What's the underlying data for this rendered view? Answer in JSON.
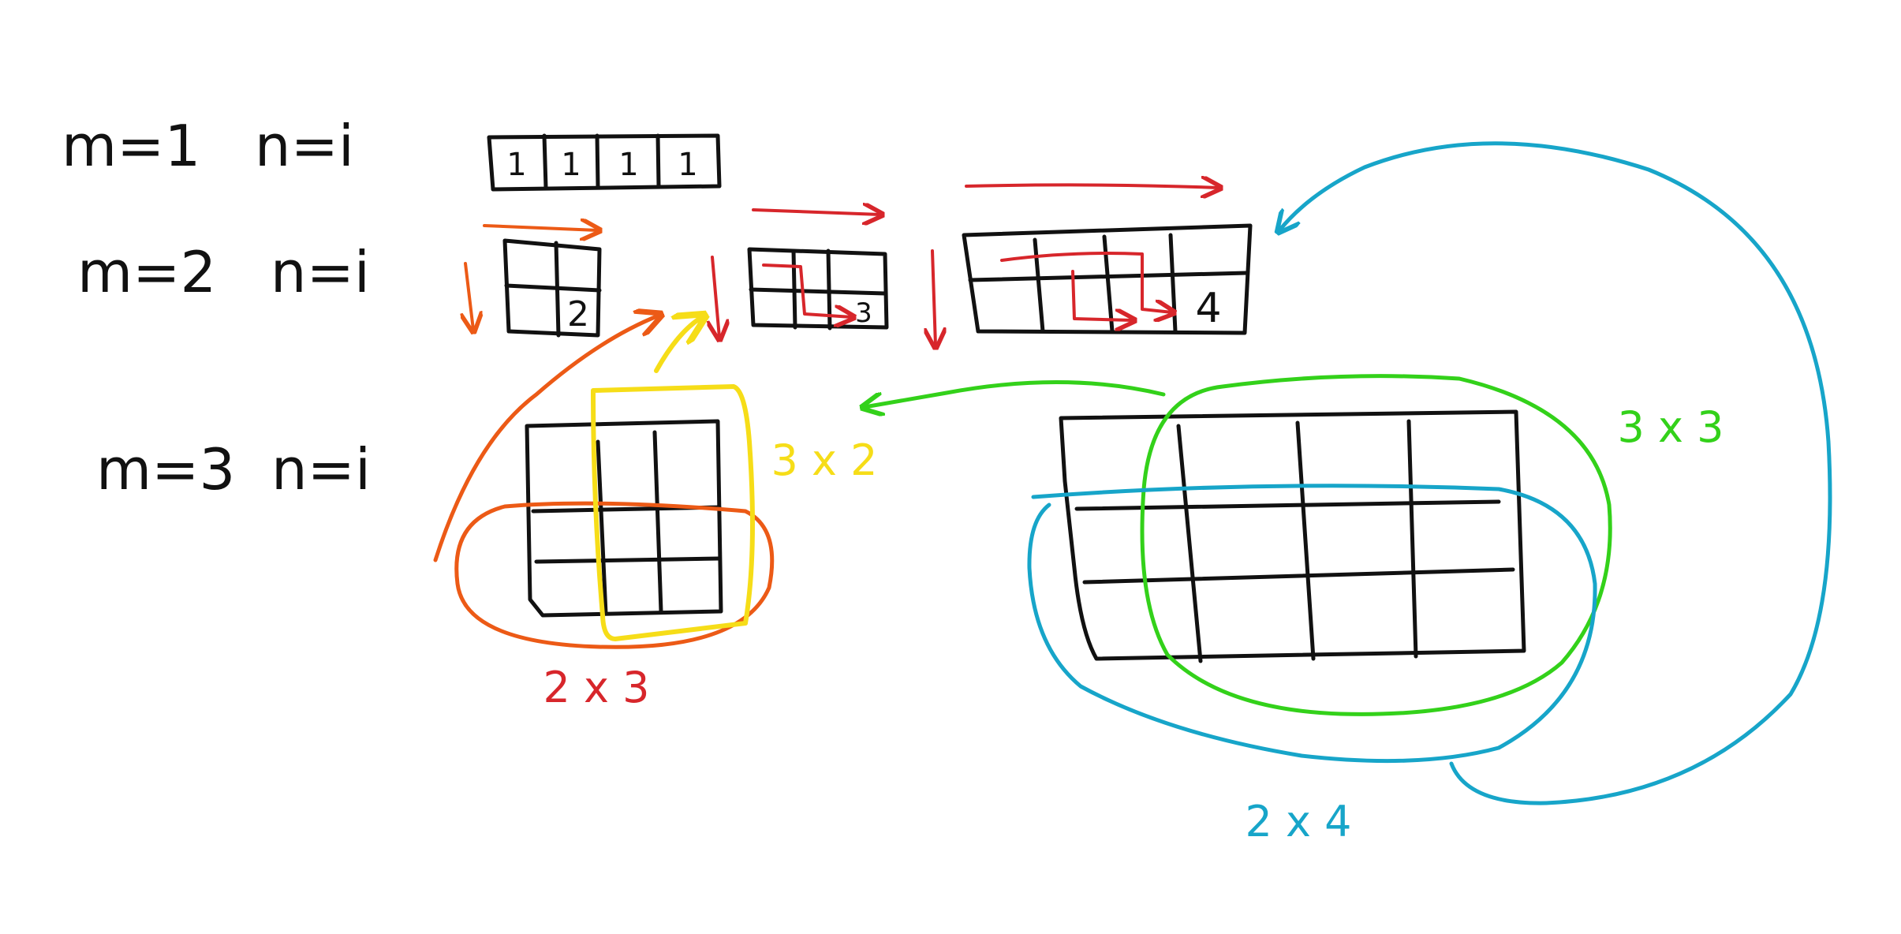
{
  "colors": {
    "ink": "#111111",
    "red": "#d7262b",
    "orange": "#ec5a16",
    "yellow": "#f6dd18",
    "green": "#33d11a",
    "blue": "#17a5c9"
  },
  "rows": [
    {
      "label": "m=1   n=i"
    },
    {
      "label": "m=2   n=i"
    },
    {
      "label": "m=3  n=i"
    }
  ],
  "row1_cells": [
    "1",
    "1",
    "1",
    "1"
  ],
  "row2_numbers": [
    "2",
    "3",
    "4"
  ],
  "annotations": {
    "orange_dim": "2 x 3",
    "yellow_dim": "3 x 2",
    "green_dim": "3 x 3",
    "blue_dim": "2 x 4"
  }
}
